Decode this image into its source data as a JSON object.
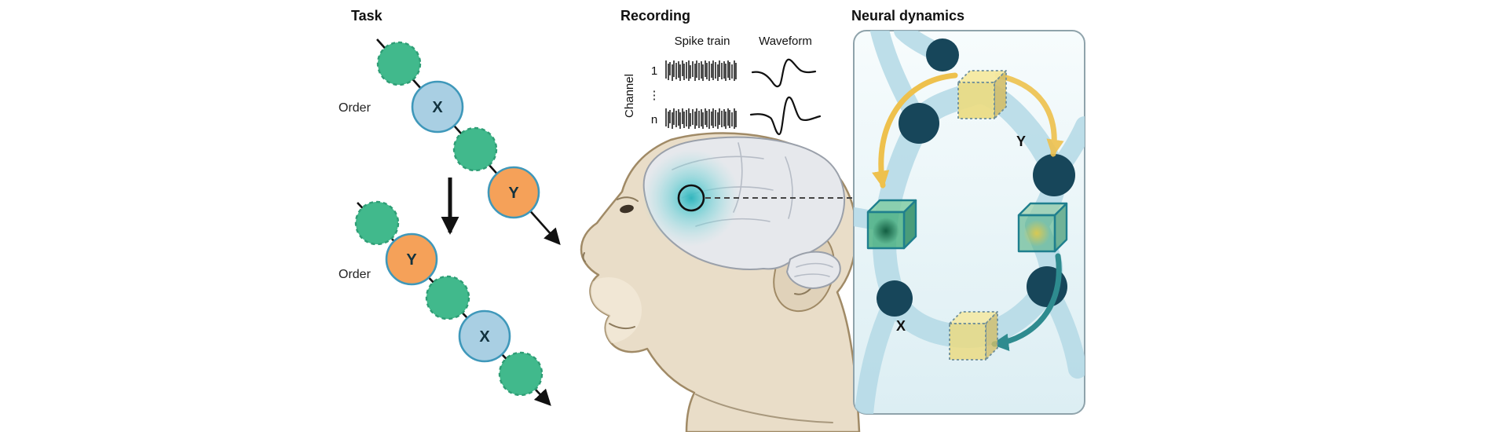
{
  "panels": {
    "task": {
      "title": "Task",
      "sequences": [
        {
          "order_label": "Order",
          "items": [
            {
              "kind": "green-dashed",
              "label": ""
            },
            {
              "kind": "blue",
              "label": "X"
            },
            {
              "kind": "green-dashed",
              "label": ""
            },
            {
              "kind": "orange",
              "label": "Y"
            }
          ]
        },
        {
          "order_label": "Order",
          "items": [
            {
              "kind": "green-dashed",
              "label": ""
            },
            {
              "kind": "orange",
              "label": "Y"
            },
            {
              "kind": "green-dashed",
              "label": ""
            },
            {
              "kind": "blue",
              "label": "X"
            },
            {
              "kind": "green-dashed",
              "label": ""
            }
          ]
        }
      ]
    },
    "recording": {
      "title": "Recording",
      "spike_train_label": "Spike train",
      "waveform_label": "Waveform",
      "channel_axis_label": "Channel",
      "channel_first": "1",
      "channel_dots": "⋮",
      "channel_last": "n"
    },
    "neural_dynamics": {
      "title": "Neural dynamics",
      "label_y": "Y",
      "label_x": "X"
    }
  },
  "colors": {
    "stimulus_green": "#41b98c",
    "stimulus_green_border": "#2f9e76",
    "stimulus_blue": "#a9cfe3",
    "stimulus_orange": "#f5a159",
    "stimulus_ring_teal": "#3f98ba",
    "arrow_black": "#111111",
    "node_dark": "#17465a",
    "band_blue": "#b5d9e6",
    "cube_yellow": "#eadb82",
    "cube_green": "#46af7d",
    "cube_edge_teal": "#1f7f8e",
    "arrow_yellow": "#eec14d",
    "arrow_teal": "#2e8b8f",
    "panel_bg_top": "#f6fbfc",
    "panel_bg_bottom": "#ddeef3",
    "panel_border": "#8fa3ab",
    "monkey_fur": "#e9ddc8",
    "monkey_outline": "#a08a66",
    "brain_fill": "#e6e8ec",
    "brain_outline": "#9aa0aa",
    "glow_teal": "#49c2c8",
    "spike_ink": "#111111"
  }
}
